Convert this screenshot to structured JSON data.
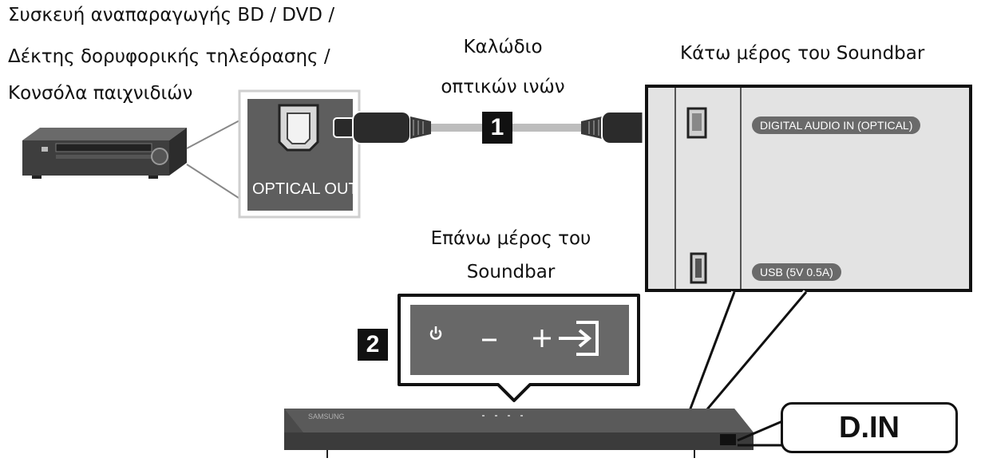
{
  "labels": {
    "source_device": [
      "Συσκευή αναπαραγωγής BD / DVD /",
      "Δέκτης δορυφορικής τηλεόρασης /",
      "Κονσόλα παιχνιδιών"
    ],
    "cable": [
      "Καλώδιο",
      "οπτικών ινών"
    ],
    "soundbar_bottom": "Κάτω μέρος του Soundbar",
    "soundbar_top": [
      "Επάνω μέρος του",
      "Soundbar"
    ]
  },
  "ports": {
    "optical_out": "OPTICAL OUT",
    "digital_audio_in": "DIGITAL AUDIO IN (OPTICAL)",
    "usb": "USB (5V 0.5A)"
  },
  "steps": [
    "1",
    "2"
  ],
  "display": "D.IN",
  "soundbar_brand": "SAMSUNG",
  "control_icons": [
    "power-icon",
    "minus-icon",
    "plus-icon",
    "source-input-icon"
  ],
  "colors": {
    "panel_gray": "#e2e2e2",
    "device_dark": "#3f3f3f",
    "label_pill": "#6a6a6a",
    "cable": "#bdbdbd"
  }
}
